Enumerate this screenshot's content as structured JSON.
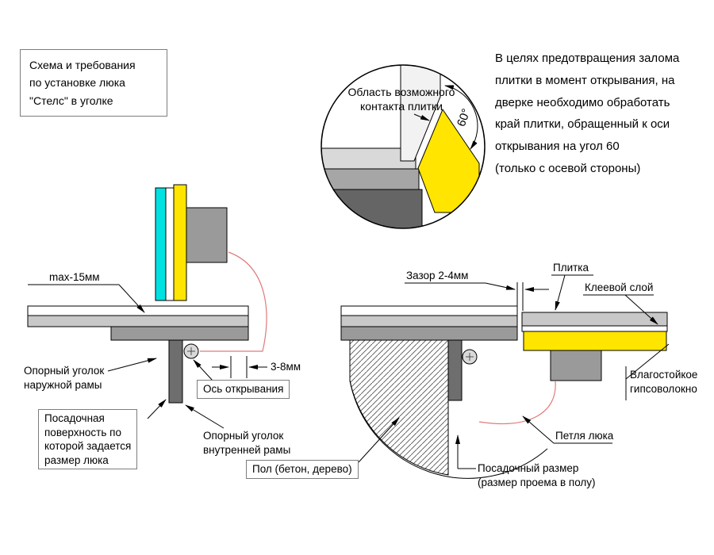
{
  "title": {
    "text": "Схема и требования\nпо установке люка\n\"Стелс\" в уголке"
  },
  "note": {
    "text": "В целях предотвращения залома\nплитки в момент открывания, на\nдверке необходимо обработать\nкрай плитки, обращенный к оси\nоткрывания на угол 60\n(только с осевой стороны)"
  },
  "detail": {
    "label": "Область возможного\nконтакта плитки",
    "angle": "60°"
  },
  "left": {
    "max_offset": "max-15мм",
    "outer_angle": "Опорный уголок\nнаружной рамы",
    "axis": "Ось открывания",
    "gap": "3-8мм",
    "seating_surface": "Посадочная\nповерхность по\nкоторой задается\nразмер люка",
    "inner_angle": "Опорный уголок\nвнутренней рамы"
  },
  "right": {
    "gap": "Зазор 2-4мм",
    "tile": "Плитка",
    "glue": "Клеевой слой",
    "gypsum": "Влагостойкое\nгипсоволокно",
    "hinge": "Петля люка",
    "floor": "Пол (бетон, дерево)",
    "seat_size": "Посадочный размер\n(размер проема в полу)"
  },
  "colors": {
    "tile_cyan": "#00e1e1",
    "gypsum_yellow": "#ffe500",
    "tile_gray": "#c8c8c8",
    "frame_gray": "#9a9a9a",
    "angle_dark_gray": "#6e6e6e",
    "swing_red": "#e07a7a"
  }
}
